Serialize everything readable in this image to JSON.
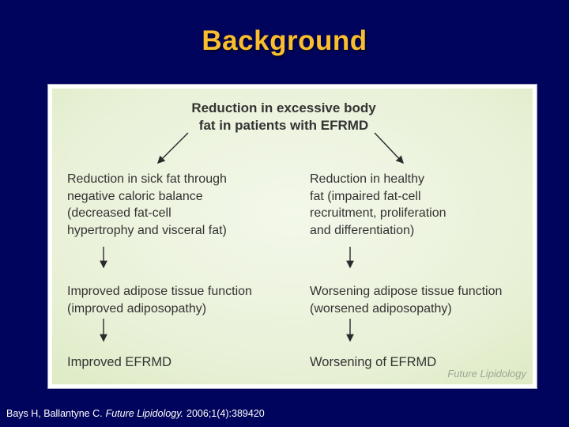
{
  "slide": {
    "title": "Background",
    "citation": {
      "authors": "Bays H, Ballantyne C.",
      "journal": "Future Lipidology.",
      "reference": "2006;1(4):389420"
    }
  },
  "figure": {
    "root": {
      "lines": [
        "Reduction in excessive body",
        "fat in patients with EFRMD"
      ]
    },
    "left_branch": {
      "cause_lines": [
        "Reduction in sick fat through",
        "negative caloric balance",
        "(decreased fat-cell",
        "hypertrophy and visceral fat)"
      ],
      "effect_lines": [
        "Improved adipose tissue function",
        "(improved adiposopathy)"
      ],
      "outcome": "Improved EFRMD"
    },
    "right_branch": {
      "cause_lines": [
        "Reduction in healthy",
        "fat (impaired fat-cell",
        "recruitment, proliferation",
        "and differentiation)"
      ],
      "effect_lines": [
        "Worsening adipose tissue function",
        "(worsened adiposopathy)"
      ],
      "outcome": "Worsening of EFRMD"
    },
    "watermark": "Future Lipidology"
  },
  "icons": {
    "flow_arrow": "black-line-arrow"
  },
  "colors": {
    "slide_background": "#01045c",
    "title_text": "#f9be2d",
    "figure_border": "#ffffff",
    "figure_panel_center": "#f3f8ea",
    "figure_panel_edge": "#c8dda4",
    "figure_text": "#333333",
    "watermark_text": "#9ba795",
    "citation_text": "#ffffff"
  }
}
